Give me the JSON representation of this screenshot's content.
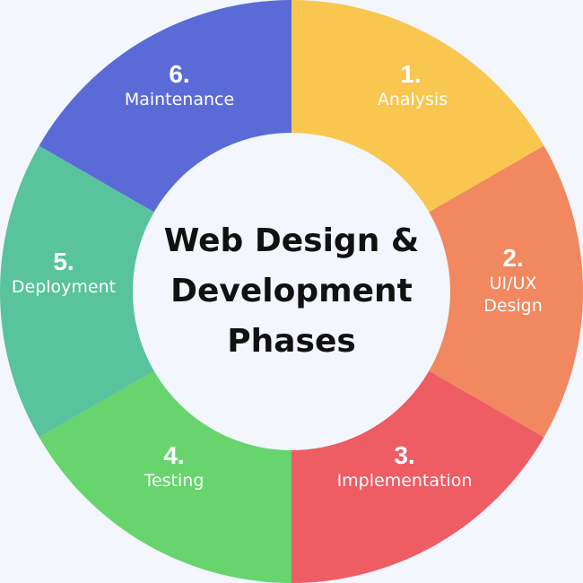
{
  "diagram": {
    "center_title_lines": [
      "Web Design &",
      "Development",
      "Phases"
    ],
    "segments": [
      {
        "number": "1.",
        "label_lines": [
          "Analysis"
        ],
        "color": "#f9c74f"
      },
      {
        "number": "2.",
        "label_lines": [
          "UI/UX",
          "Design"
        ],
        "color": "#f1885f"
      },
      {
        "number": "3.",
        "label_lines": [
          "Implementation"
        ],
        "color": "#ee5c64"
      },
      {
        "number": "4.",
        "label_lines": [
          "Testing"
        ],
        "color": "#67d46d"
      },
      {
        "number": "5.",
        "label_lines": [
          "Deployment"
        ],
        "color": "#58c39c"
      },
      {
        "number": "6.",
        "label_lines": [
          "Maintenance"
        ],
        "color": "#5a6bd8"
      }
    ],
    "center_background": "#f3f6fd",
    "text_color": "#ffffff"
  }
}
